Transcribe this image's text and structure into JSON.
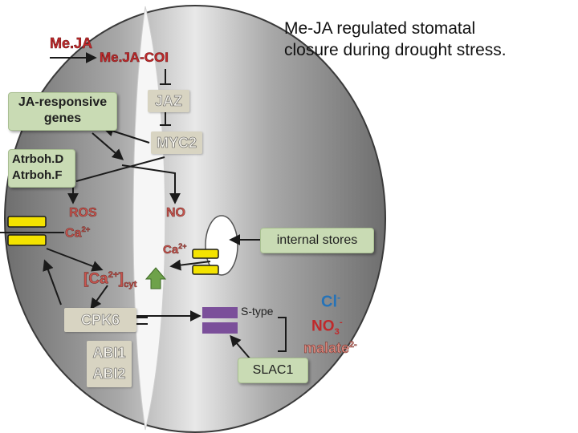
{
  "title_line1": "Me-JA regulated stomatal",
  "title_line2": "closure during drought stress.",
  "mejA": "Me.JA",
  "mejA_coi": "Me.JA-COI",
  "jaz": "JAZ",
  "myc2": "MYC2",
  "ja_genes_1": "JA-responsive",
  "ja_genes_2": "genes",
  "atrboh_d": "Atrboh.D",
  "atrboh_f": "Atrboh.F",
  "ros": "ROS",
  "no": "NO",
  "ca_left": "Ca",
  "ca_right": "Ca",
  "ca_sup": "2+",
  "ca_cyt": "Ca",
  "cyt_sub": "cyt",
  "internal_stores": "internal stores",
  "cpk6": "CPK6",
  "abi1": "ABI1",
  "abi2": "ABI2",
  "s_type": "S-type",
  "slac1": "SLAC1",
  "cl": "Cl",
  "cl_sup": "-",
  "no3": "NO",
  "no3_sub": "3",
  "no3_sup": "-",
  "malate": "malate",
  "malate_sup": "2-",
  "colors": {
    "green_box": "#c9dbb4",
    "channel_yellow": "#f4e300",
    "channel_purple": "#7b4f9a",
    "arrow_up_green": "#6ea24a",
    "ion_blue": "#2673b8",
    "ion_red": "#c0292b"
  }
}
